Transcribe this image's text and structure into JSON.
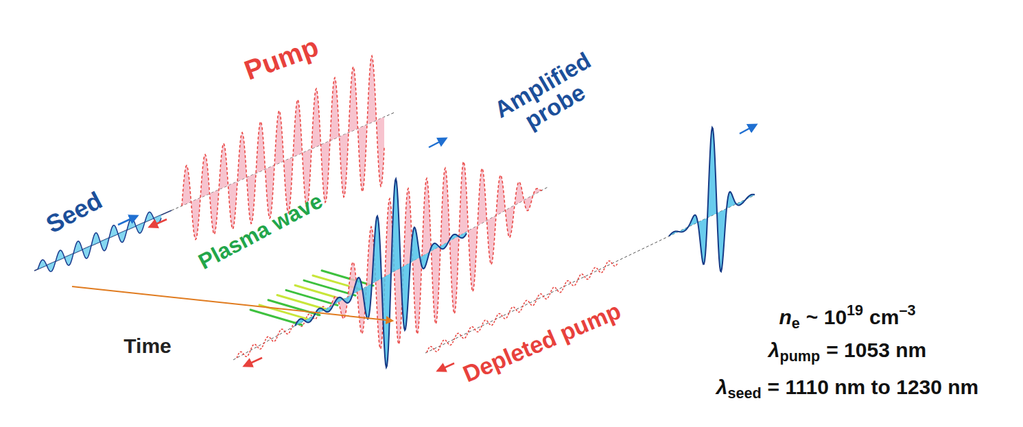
{
  "diagram": {
    "labels": [
      "Pump",
      "Seed",
      "Plasma wave",
      "Amplified probe",
      "Depleted pump",
      "Time",
      "n",
      "e",
      "~ 10",
      "19",
      "cm",
      "–3",
      "λ",
      "pump",
      "= 1053 nm",
      "λ",
      "seed",
      "= 1110 nm to 1230 nm"
    ]
  }
}
